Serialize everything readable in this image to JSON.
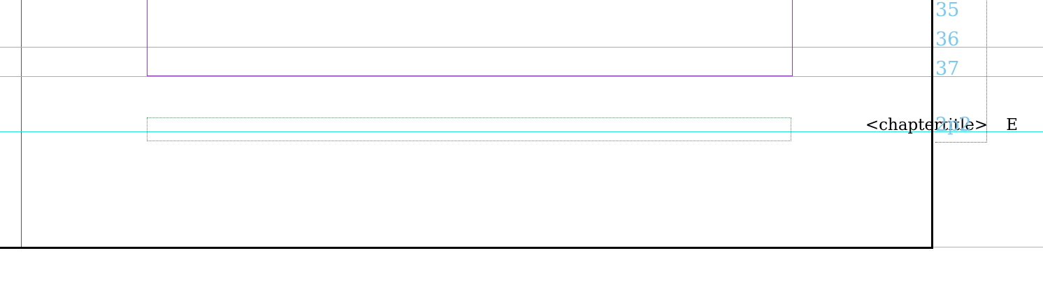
{
  "document": {
    "footer_frame": {
      "tag_text": "<chaptertitle>",
      "trailing_text": "E"
    },
    "line_numbers": [
      "35",
      "36",
      "37",
      "2p2"
    ]
  },
  "colors": {
    "baseline_guide": "#29e6dc",
    "frame_edge": "#8a3fb4",
    "footer_frame_border": "#3fa15a",
    "line_number_text": "#7bc9ee",
    "page_edge": "#000000"
  }
}
